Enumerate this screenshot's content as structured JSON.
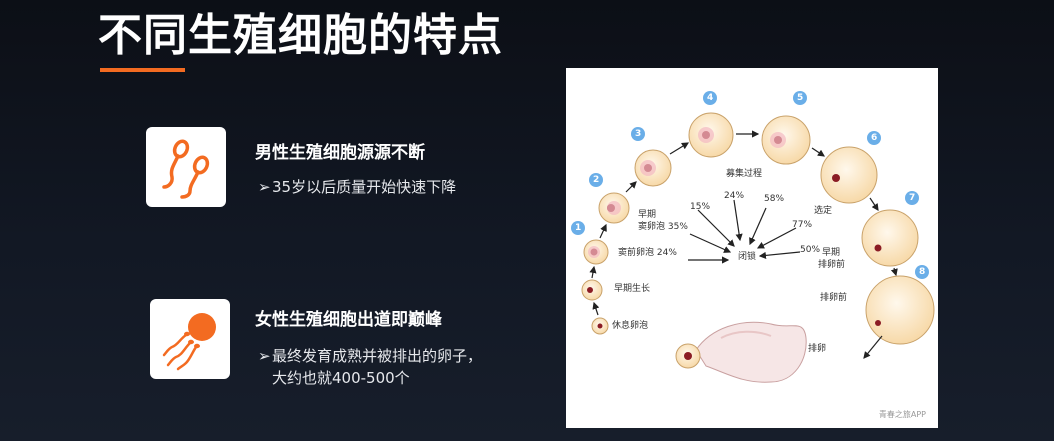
{
  "slide": {
    "title": "不同生殖细胞的特点"
  },
  "items": [
    {
      "heading": "男性生殖细胞源源不断",
      "icon": "sperm-icon",
      "bullet_mark": "➢",
      "bullet_lines": [
        "35岁以后质量开始快速下降"
      ]
    },
    {
      "heading": "女性生殖细胞出道即巅峰",
      "icon": "egg-sperm-icon",
      "bullet_mark": "➢",
      "bullet_lines": [
        "最终发育成熟并被排出的卵子，",
        "大约也就400-500个"
      ]
    }
  ],
  "diagram": {
    "numbers": [
      "1",
      "2",
      "3",
      "4",
      "5",
      "6",
      "7",
      "8"
    ],
    "labels": {
      "resting": "休息卵泡",
      "early_growth": "早期生长",
      "preantral": "窦前卵泡 24%",
      "early_antral_1": "早期",
      "early_antral_2": "窦卵泡 35%",
      "recruit": "募集过程",
      "p24": "24%",
      "p15": "15%",
      "p58": "58%",
      "p77": "77%",
      "p50": "50%",
      "atresia": "闭锁",
      "select": "选定",
      "early_preov_1": "早期",
      "early_preov_2": "排卵前",
      "preov": "排卵前",
      "ovulation": "排卵"
    },
    "watermark": "青春之旅APP"
  },
  "colors": {
    "accent": "#f36b21",
    "badge": "#6aaee8"
  }
}
